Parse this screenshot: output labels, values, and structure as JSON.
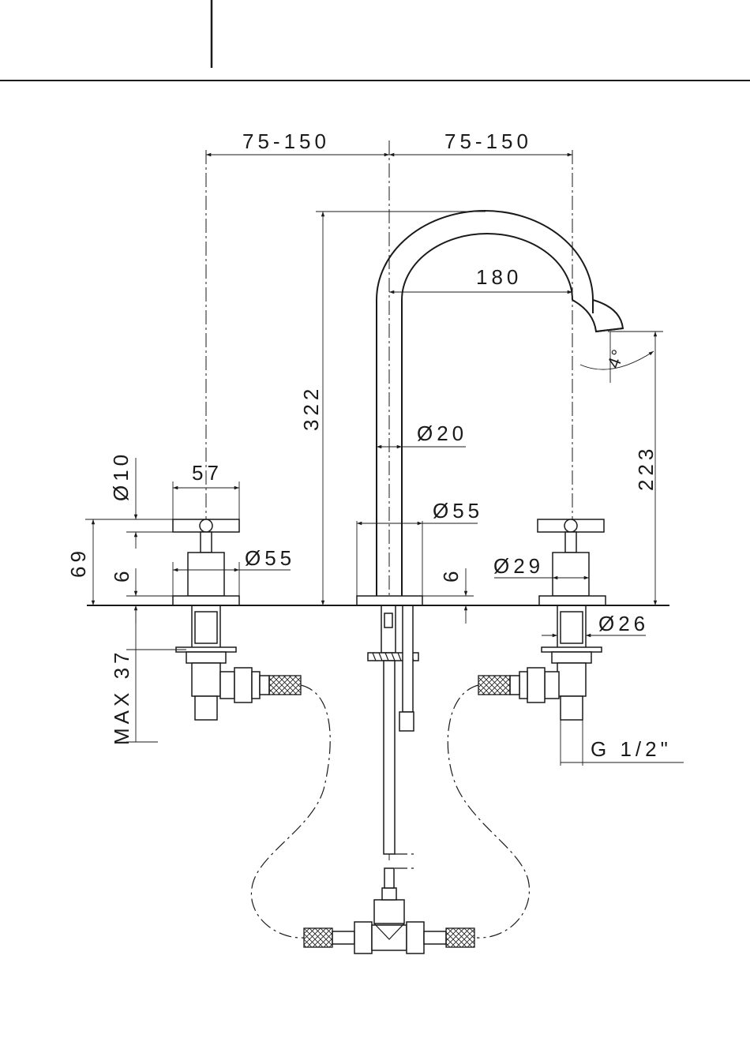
{
  "drawing": {
    "dimensions": {
      "left_spacing": "75-150",
      "right_spacing": "75-150",
      "spout_reach": "180",
      "total_height": "322",
      "outlet_height": "223",
      "spout_angle": "4°",
      "pipe_diameter": "Ø20",
      "spout_base_diameter": "Ø55",
      "handle_width": "57",
      "lever_diameter": "Ø10",
      "handle_height": "69",
      "handle_base_height": "6",
      "handle_base_diameter": "Ø55",
      "spout_base_height": "6",
      "rosette_diameter": "Ø29",
      "shank_diameter": "Ø26",
      "max_deck_thickness": "MAX 37",
      "thread_size": "G 1/2\""
    }
  }
}
